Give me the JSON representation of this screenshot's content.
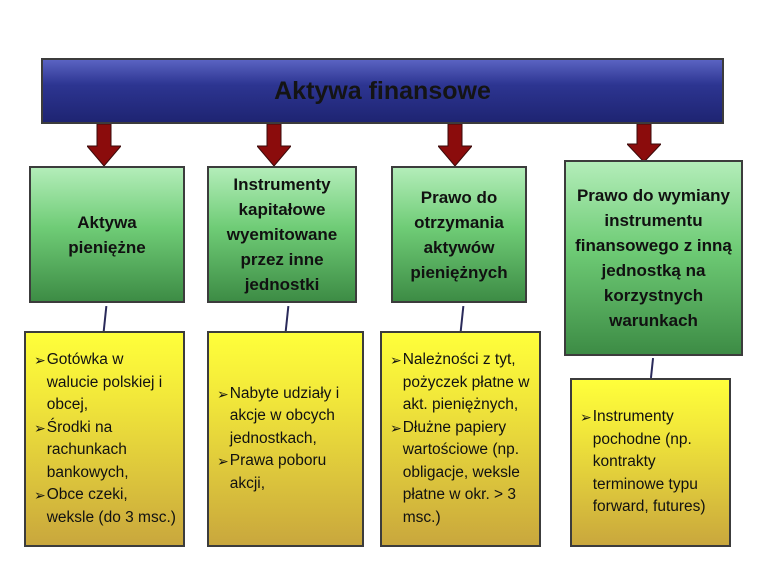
{
  "header": {
    "title": "Aktywa finansowe"
  },
  "bullet_symbol": "➢",
  "colors": {
    "header": "#2d3591",
    "arrow": "#8b0c0c",
    "green_box": "#6fcc76",
    "yellow_box": "#f2e83a"
  },
  "categories": [
    {
      "title": "Aktywa pieniężne",
      "items": [
        "Gotówka w walucie polskiej i obcej,",
        "Środki na rachunkach bankowych,",
        "Obce czeki, weksle (do 3 msc.)"
      ]
    },
    {
      "title": "Instrumenty kapitałowe wyemitowane przez inne jednostki",
      "items": [
        "Nabyte udziały i akcje w obcych jednostkach,",
        "Prawa poboru akcji,"
      ]
    },
    {
      "title": "Prawo do otrzymania aktywów pieniężnych",
      "items": [
        "Należności z tyt, pożyczek płatne w akt. pieniężnych,",
        "Dłużne papiery wartościowe (np. obligacje, weksle płatne w okr. > 3 msc.)"
      ]
    },
    {
      "title": "Prawo do wymiany instrumentu finansowego z inną jednostką na korzystnych warunkach",
      "items": [
        "Instrumenty pochodne (np. kontrakty terminowe typu forward, futures)"
      ]
    }
  ]
}
